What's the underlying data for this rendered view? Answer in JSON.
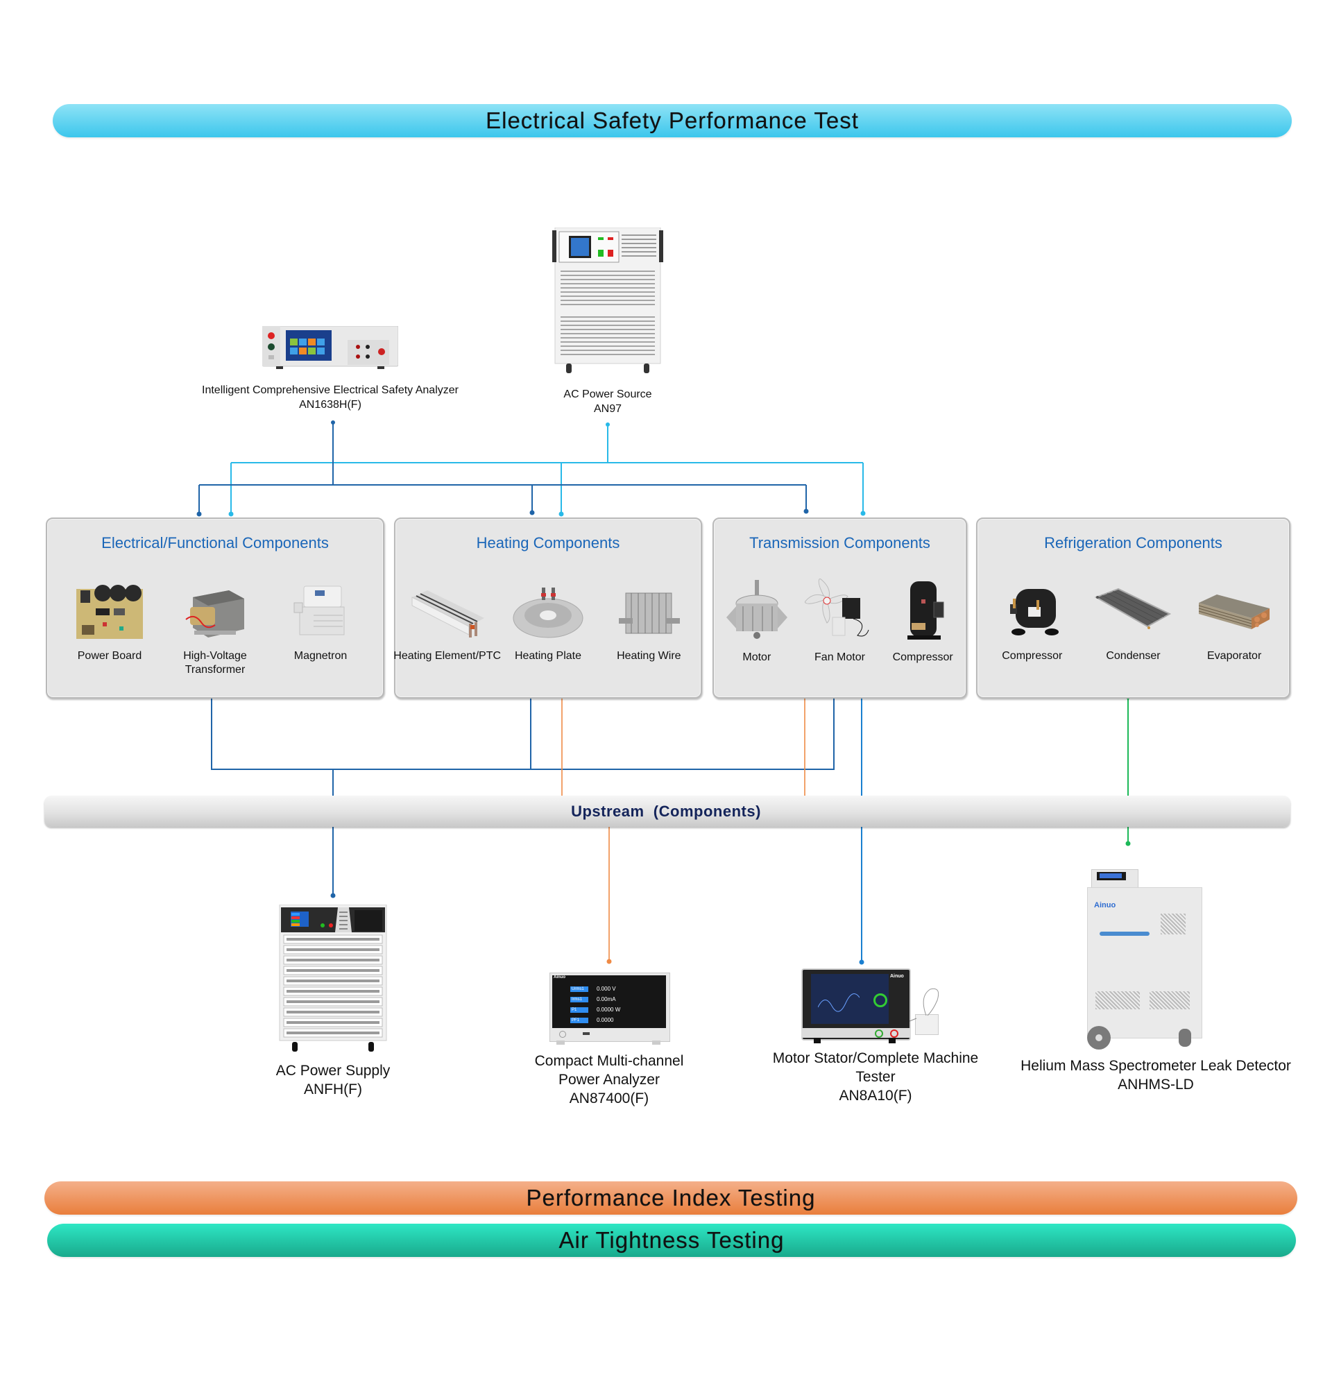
{
  "banners": {
    "top": "Electrical Safety Performance Test",
    "performance": "Performance Index Testing",
    "air": "Air Tightness Testing"
  },
  "top_instruments": [
    {
      "name": "Intelligent Comprehensive Electrical Safety Analyzer",
      "model": "AN1638H(F)"
    },
    {
      "name": "AC Power Source",
      "model": "AN97"
    }
  ],
  "component_groups": [
    {
      "title": "Electrical/Functional Components",
      "items": [
        {
          "label": "Power Board",
          "icon": "circuit-board-icon"
        },
        {
          "label": "High-Voltage\nTransformer",
          "label_line1": "High-Voltage",
          "label_line2": "Transformer",
          "icon": "transformer-icon"
        },
        {
          "label": "Magnetron",
          "icon": "magnetron-icon"
        }
      ]
    },
    {
      "title": "Heating Components",
      "items": [
        {
          "label": "Heating Element/PTC",
          "icon": "ptc-heater-icon"
        },
        {
          "label": "Heating Plate",
          "icon": "heating-plate-icon"
        },
        {
          "label": "Heating Wire",
          "icon": "heating-wire-icon"
        }
      ]
    },
    {
      "title": "Transmission Components",
      "items": [
        {
          "label": "Motor",
          "icon": "motor-icon"
        },
        {
          "label": "Fan Motor",
          "icon": "fan-motor-icon"
        },
        {
          "label": "Compressor",
          "icon": "scroll-compressor-icon"
        }
      ]
    },
    {
      "title": "Refrigeration Components",
      "items": [
        {
          "label": "Compressor",
          "icon": "compressor-icon"
        },
        {
          "label": "Condenser",
          "icon": "condenser-icon"
        },
        {
          "label": "Evaporator",
          "icon": "evaporator-icon"
        }
      ]
    }
  ],
  "upstream": {
    "label": "Upstream  (Components)"
  },
  "bottom_instruments": [
    {
      "line1": "AC Power Supply",
      "line2": "ANFH(F)",
      "line3": ""
    },
    {
      "line1": "Compact Multi-channel",
      "line2": "Power Analyzer",
      "line3": "AN87400(F)",
      "screen": [
        {
          "param": "Urms1",
          "value": "0.000 V"
        },
        {
          "param": "Irms1",
          "value": "0.00mA"
        },
        {
          "param": "P1",
          "value": "0.0000 W"
        },
        {
          "param": "PF1",
          "value": "0.0000"
        }
      ]
    },
    {
      "line1": "Motor Stator/Complete Machine",
      "line2": "Tester",
      "line3": "AN8A10(F)",
      "brand": "Ainuo"
    },
    {
      "line1": "Helium Mass Spectrometer Leak Detector",
      "line2": "ANHMS-LD",
      "line3": "",
      "brand": "Ainuo"
    }
  ],
  "colors": {
    "dark_blue_wire": "#1f64a8",
    "light_blue_wire": "#28b9e8",
    "bright_blue_wire": "#1a7fd0",
    "orange_wire": "#ef8a45",
    "green_wire": "#1cb858",
    "group_title": "#1a66b8"
  }
}
